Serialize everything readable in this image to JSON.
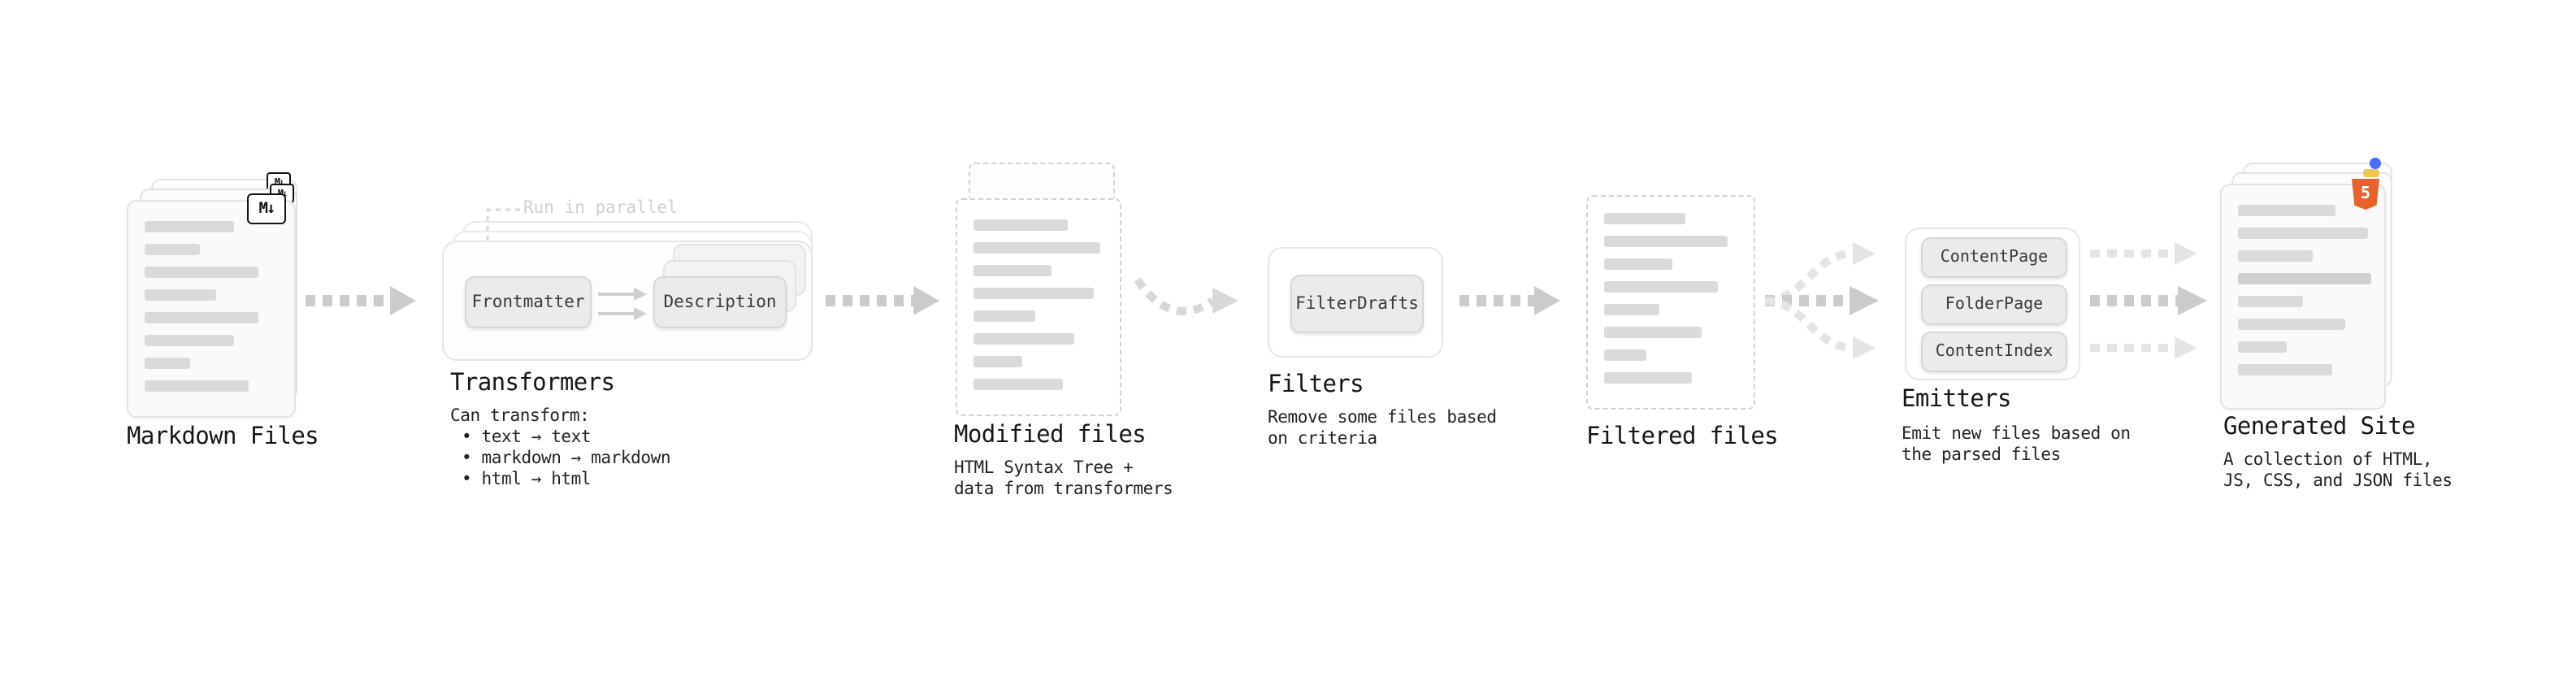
{
  "diagram": {
    "markdown_files": {
      "label": "Markdown Files",
      "badge": "M↓"
    },
    "transformers": {
      "label": "Transformers",
      "callout": "Run in parallel",
      "buttons": [
        "Frontmatter",
        "Description"
      ],
      "details": [
        "Can transform:",
        "• text → text",
        "• markdown → markdown",
        "• html → html"
      ]
    },
    "modified_files": {
      "label": "Modified files",
      "details": [
        "HTML Syntax Tree +",
        "data from transformers"
      ]
    },
    "filters": {
      "label": "Filters",
      "buttons": [
        "FilterDrafts"
      ],
      "details": [
        "Remove some files based",
        "on criteria"
      ]
    },
    "filtered_files": {
      "label": "Filtered files"
    },
    "emitters": {
      "label": "Emitters",
      "buttons": [
        "ContentPage",
        "FolderPage",
        "ContentIndex"
      ],
      "details": [
        "Emit new files based on",
        "the parsed files"
      ]
    },
    "generated_site": {
      "label": "Generated Site",
      "badge": "5",
      "details": [
        "A collection of HTML,",
        "JS, CSS, and JSON files"
      ]
    },
    "colors": {
      "arrow": "#cbcbcb",
      "arrow_light": "#e2e2e2",
      "card_bg": "#fafafa",
      "card_border": "#e3e3e3",
      "button_bg": "#ebebeb",
      "html5_badge": "#e8622c",
      "favicon_blue": "#4a6cf7",
      "favicon_yellow": "#f0c64f"
    }
  }
}
